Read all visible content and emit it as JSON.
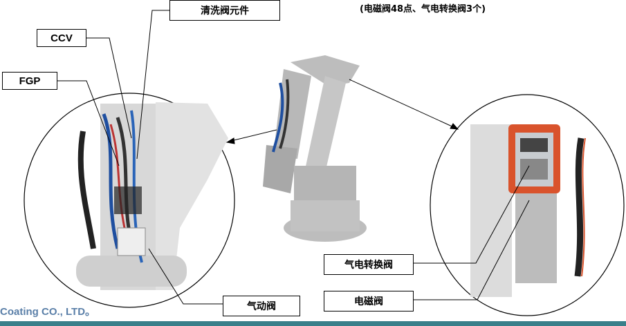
{
  "labels": {
    "ccv": "CCV",
    "fgp": "FGP",
    "wash_valve": "清洗阀元件",
    "pneumatic_valve": "气动阀",
    "conversion_valve": "气电转换阀",
    "solenoid_valve": "电磁阀"
  },
  "caption": "(电磁阀48点、气电转换阀3个)",
  "company": "Coating CO., LTD。",
  "colors": {
    "robot_body": "#c8c8c8",
    "panel_orange": "#d9532c",
    "line": "#000000",
    "footer_bar": "#3a7f8a"
  }
}
